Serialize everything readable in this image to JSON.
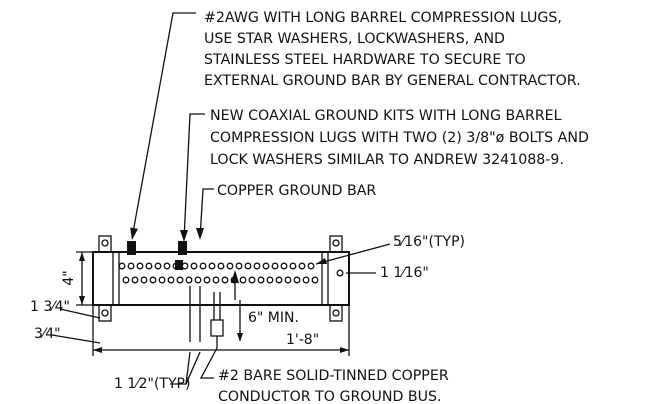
{
  "notes": {
    "awg_line1": "#2AWG WITH LONG BARREL COMPRESSION LUGS,",
    "awg_line2": "USE STAR WASHERS, LOCKWASHERS, AND",
    "awg_line3": "STAINLESS STEEL HARDWARE TO SECURE TO",
    "awg_line4": "EXTERNAL GROUND BAR BY GENERAL CONTRACTOR.",
    "coax_line1": "NEW COAXIAL GROUND KITS WITH LONG BARREL",
    "coax_line2": "COMPRESSION LUGS WITH TWO (2) 3/8\"ø BOLTS AND",
    "coax_line3": "LOCK WASHERS SIMILAR TO ANDREW 3241088-9.",
    "copper_bar": "COPPER GROUND BAR",
    "bare_line1": "#2 BARE SOLID-TINNED COPPER",
    "bare_line2": "CONDUCTOR TO GROUND BUS."
  },
  "dims": {
    "hole_dia": "5⁄16\"(TYP)",
    "edge_1_1_16": "1 1⁄16\"",
    "height_4": "4\"",
    "d_1_3_4": "1 3⁄4\"",
    "d_3_4": "3⁄4\"",
    "d_1_1_2": "1 1⁄2\"(TYP)",
    "min_6": "6\"  MIN.",
    "length": "1'-8\""
  }
}
